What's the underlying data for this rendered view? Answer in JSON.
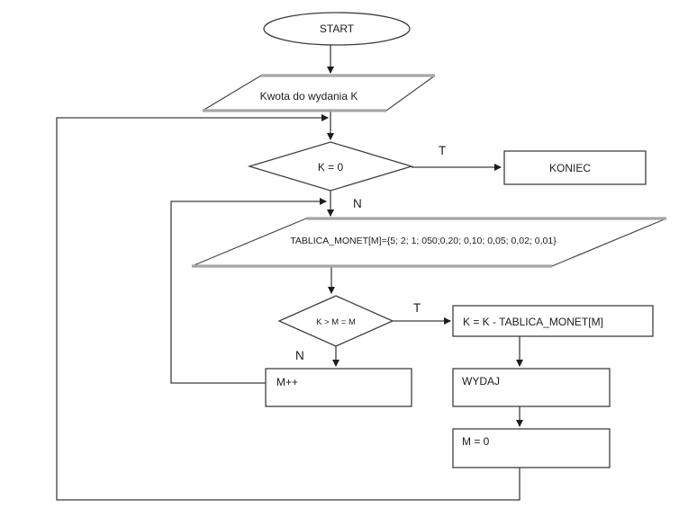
{
  "diagram": {
    "type": "flowchart",
    "colors": {
      "background": "#ffffff",
      "stroke": "#3f3f3f",
      "parallelogram_horizontal_edge": "#a6a6a6",
      "text": "#1c1c1c"
    },
    "nodes": {
      "start": {
        "label": "START",
        "shape": "terminator"
      },
      "input_amount": {
        "label": "Kwota do wydania K",
        "shape": "parallelogram"
      },
      "decision_k_zero": {
        "label": "K = 0",
        "shape": "decision"
      },
      "koniec": {
        "label": "KONIEC",
        "shape": "rectangle"
      },
      "coin_table": {
        "label": "TABLICA_MONET[M]={5; 2; 1; 050;0,20; 0,10; 0,05; 0,02; 0,01}",
        "shape": "parallelogram"
      },
      "decision_k_gt_m": {
        "label": "K > M = M",
        "shape": "decision"
      },
      "subtract": {
        "label": "K = K - TABLICA_MONET[M]",
        "shape": "rectangle"
      },
      "increment_m": {
        "label": "M++",
        "shape": "rectangle"
      },
      "dispense": {
        "label": "WYDAJ",
        "shape": "rectangle"
      },
      "reset_m": {
        "label": "M = 0",
        "shape": "rectangle"
      }
    },
    "branch_labels": {
      "k_zero_true": "T",
      "k_zero_false": "N",
      "k_gt_m_true": "T",
      "k_gt_m_false": "N"
    }
  }
}
